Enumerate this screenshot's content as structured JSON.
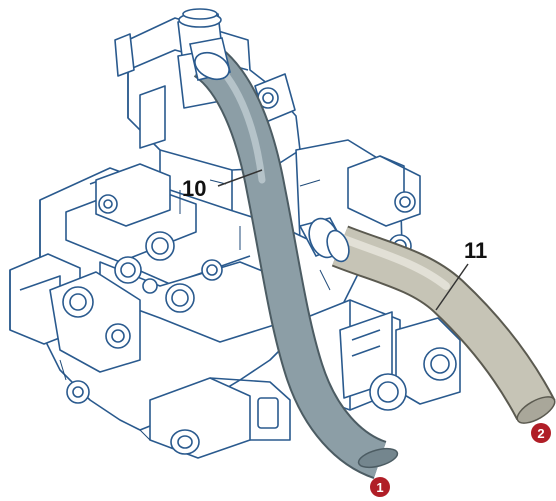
{
  "diagram": {
    "callouts": [
      {
        "id": "hose-10",
        "label": "10"
      },
      {
        "id": "hose-11",
        "label": "11"
      }
    ],
    "markers": [
      {
        "id": "marker-1",
        "label": "1"
      },
      {
        "id": "marker-2",
        "label": "2"
      }
    ],
    "colors": {
      "block_fill": "#ffffff",
      "block_stroke": "#2a5a8e",
      "detail_stroke": "#1f4a78",
      "hose_dark": "#8c9ea6",
      "hose_light": "#c6c4b6",
      "marker": "#b01e27",
      "leader": "#333333"
    }
  }
}
